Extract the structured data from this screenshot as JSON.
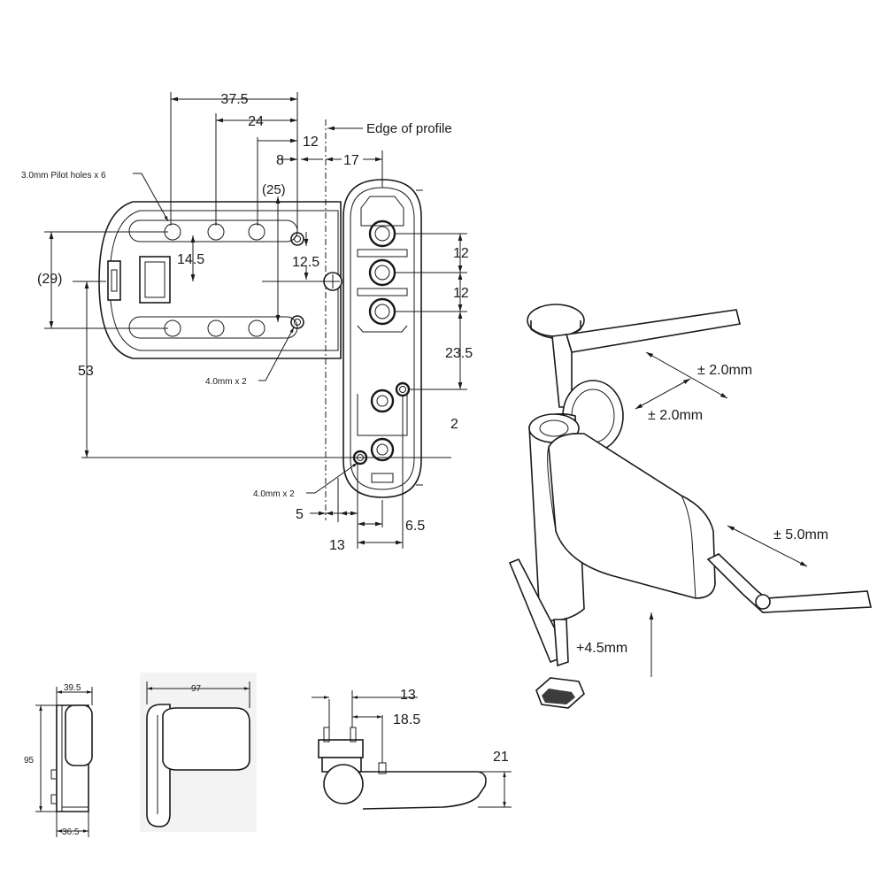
{
  "main_view": {
    "dims": {
      "d37_5": "37.5",
      "d24": "24",
      "d12_top": "12",
      "d8": "8",
      "d17": "17",
      "d25": "(25)",
      "d14_5": "14.5",
      "d12_5": "12.5",
      "d29": "(29)",
      "d53": "53",
      "d12_a": "12",
      "d12_b": "12",
      "d23_5": "23.5",
      "d2": "2",
      "d5": "5",
      "d13": "13",
      "d6_5": "6.5"
    },
    "labels": {
      "edge_of_profile": "Edge of profile",
      "pilot_holes": "3.0mm Pilot holes x 6",
      "hole_4mm_a": "4.0mm x 2",
      "hole_4mm_b": "4.0mm x 2"
    }
  },
  "adjustment_view": {
    "labels": {
      "adj_2mm_a": "± 2.0mm",
      "adj_2mm_b": "± 2.0mm",
      "adj_5mm": "± 5.0mm",
      "adj_4_5mm": "+4.5mm"
    }
  },
  "small_views": {
    "side": {
      "width": "39.5",
      "height": "95",
      "bottom": "36.5"
    },
    "front": {
      "width": "97"
    },
    "top": {
      "d13": "13",
      "d18_5": "18.5",
      "d21": "21"
    }
  }
}
